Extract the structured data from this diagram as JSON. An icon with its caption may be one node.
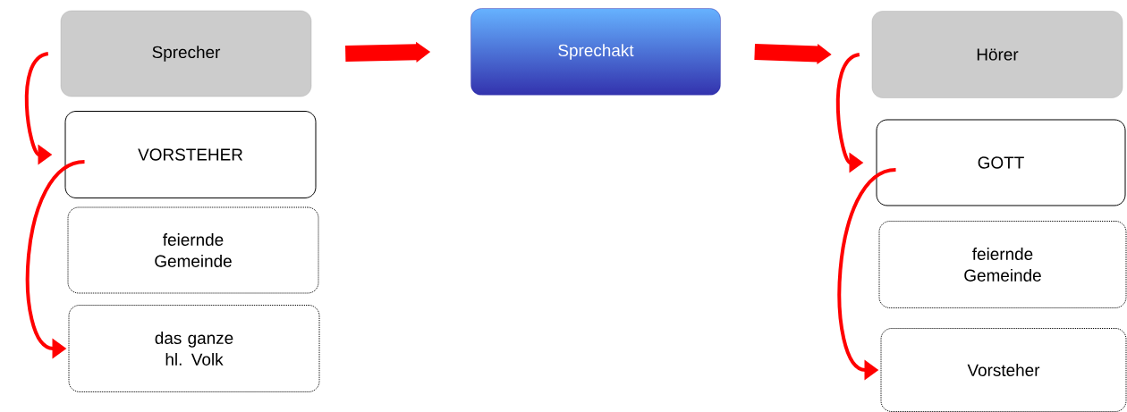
{
  "diagram": {
    "nodes": [
      {
        "text": [
          "Sprecher"
        ]
      },
      {
        "text": [
          "Sprechakt"
        ]
      },
      {
        "text": [
          "Hörer"
        ]
      },
      {
        "text": [
          "VORSTEHER"
        ]
      },
      {
        "text": [
          "feiernde Gemeinde"
        ]
      },
      {
        "text": [
          "das ganze hl. Volk"
        ]
      },
      {
        "text": [
          "GOTT"
        ]
      },
      {
        "text": [
          "feiernde Gemeinde"
        ]
      },
      {
        "text": [
          "Vorsteher"
        ]
      }
    ],
    "edges": [
      {
        "from": 0,
        "to": 1,
        "arrow": "to",
        "style": "thick"
      },
      {
        "from": 1,
        "to": 2,
        "arrow": "to",
        "style": "thick"
      },
      {
        "from": 0,
        "to": 3,
        "arrow": "to"
      },
      {
        "from": 3,
        "to": 5,
        "arrow": "to"
      },
      {
        "from": 2,
        "to": 6,
        "arrow": "to"
      },
      {
        "from": 6,
        "to": 8,
        "arrow": "to"
      }
    ]
  }
}
